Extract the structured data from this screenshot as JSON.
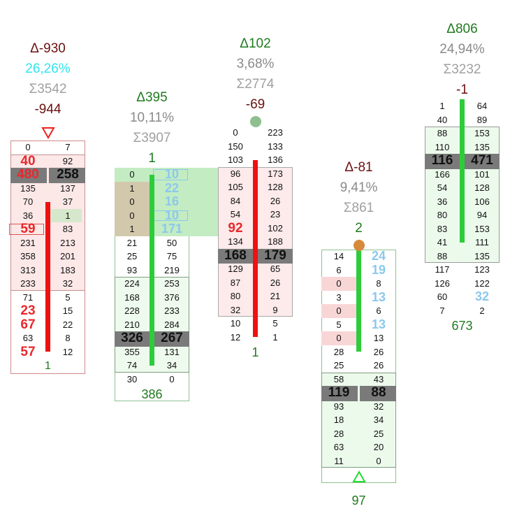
{
  "chart_data": {
    "type": "table",
    "title": "Footprint / cluster chart (bid x ask per price level)",
    "columns": [
      {
        "delta": "Δ-930",
        "percent": "26,26%",
        "sum": "Σ3542",
        "delta_change": "-944",
        "footer": "1",
        "marker": "triangle-down-red",
        "rows": [
          [
            "0",
            "7"
          ],
          [
            "40",
            "92"
          ],
          [
            "480",
            "258"
          ],
          [
            "135",
            "137"
          ],
          [
            "70",
            "37"
          ],
          [
            "36",
            "1"
          ],
          [
            "59",
            "83"
          ],
          [
            "231",
            "213"
          ],
          [
            "358",
            "201"
          ],
          [
            "313",
            "183"
          ],
          [
            "233",
            "32"
          ],
          [
            "71",
            "5"
          ],
          [
            "23",
            "15"
          ],
          [
            "67",
            "22"
          ],
          [
            "63",
            "8"
          ],
          [
            "57",
            "12"
          ]
        ],
        "poc_row": 2,
        "bold_red_bid_rows": [
          1,
          2,
          6,
          12,
          13,
          15
        ],
        "bar": {
          "color": "red",
          "from_row": 4.5,
          "to_row": 15.5
        }
      },
      {
        "delta": "Δ395",
        "percent": "10,11%",
        "sum": "Σ3907",
        "delta_change": "1",
        "footer": "386",
        "marker": "",
        "rows": [
          [
            "0",
            "10"
          ],
          [
            "1",
            "22"
          ],
          [
            "0",
            "16"
          ],
          [
            "0",
            "10"
          ],
          [
            "1",
            "171"
          ],
          [
            "21",
            "50"
          ],
          [
            "25",
            "75"
          ],
          [
            "93",
            "219"
          ],
          [
            "224",
            "253"
          ],
          [
            "168",
            "376"
          ],
          [
            "228",
            "233"
          ],
          [
            "210",
            "284"
          ],
          [
            "326",
            "267"
          ],
          [
            "355",
            "131"
          ],
          [
            "74",
            "34"
          ],
          [
            "30",
            "0"
          ]
        ],
        "poc_row": 12,
        "bold_blue_ask_rows": [
          0,
          1,
          2,
          3,
          4
        ],
        "bar": {
          "color": "green",
          "from_row": 0.5,
          "to_row": 14.5
        }
      },
      {
        "delta": "Δ102",
        "percent": "3,68%",
        "sum": "Σ2774",
        "delta_change": "-69",
        "footer": "1",
        "marker": "circle-gray-green",
        "rows": [
          [
            "0",
            "223"
          ],
          [
            "150",
            "133"
          ],
          [
            "103",
            "136"
          ],
          [
            "96",
            "173"
          ],
          [
            "105",
            "128"
          ],
          [
            "84",
            "26"
          ],
          [
            "54",
            "23"
          ],
          [
            "92",
            "102"
          ],
          [
            "134",
            "188"
          ],
          [
            "168",
            "179"
          ],
          [
            "129",
            "65"
          ],
          [
            "87",
            "26"
          ],
          [
            "80",
            "21"
          ],
          [
            "32",
            "9"
          ],
          [
            "10",
            "5"
          ],
          [
            "12",
            "1"
          ]
        ],
        "poc_row": 9,
        "bold_red_bid_rows": [
          7
        ],
        "bar": {
          "color": "red",
          "from_row": 2.5,
          "to_row": 15.5
        }
      },
      {
        "delta": "Δ-81",
        "percent": "9,41%",
        "sum": "Σ861",
        "delta_change": "2",
        "footer": "97",
        "marker": "circle-orange",
        "rows": [
          [
            "14",
            "24"
          ],
          [
            "6",
            "19"
          ],
          [
            "0",
            "8"
          ],
          [
            "3",
            "13"
          ],
          [
            "0",
            "6"
          ],
          [
            "5",
            "13"
          ],
          [
            "0",
            "13"
          ],
          [
            "28",
            "26"
          ],
          [
            "25",
            "26"
          ],
          [
            "58",
            "43"
          ],
          [
            "119",
            "88"
          ],
          [
            "93",
            "32"
          ],
          [
            "18",
            "34"
          ],
          [
            "28",
            "25"
          ],
          [
            "63",
            "20"
          ],
          [
            "11",
            "0"
          ]
        ],
        "poc_row": 10,
        "bold_blue_ask_rows": [
          0,
          1,
          3,
          5
        ],
        "bar": {
          "color": "green",
          "from_row": 0,
          "to_row": 7.5
        },
        "bottom_marker": "triangle-up-green"
      },
      {
        "delta": "Δ806",
        "percent": "24,94%",
        "sum": "Σ3232",
        "delta_change": "-1",
        "footer": "673",
        "marker": "",
        "rows": [
          [
            "1",
            "64"
          ],
          [
            "40",
            "89"
          ],
          [
            "88",
            "153"
          ],
          [
            "110",
            "135"
          ],
          [
            "116",
            "471"
          ],
          [
            "166",
            "101"
          ],
          [
            "54",
            "128"
          ],
          [
            "36",
            "106"
          ],
          [
            "80",
            "94"
          ],
          [
            "83",
            "153"
          ],
          [
            "41",
            "111"
          ],
          [
            "88",
            "135"
          ],
          [
            "117",
            "123"
          ],
          [
            "126",
            "122"
          ],
          [
            "60",
            "32"
          ],
          [
            "7",
            "2"
          ]
        ],
        "poc_row": 4,
        "bold_blue_ask_rows": [
          14
        ],
        "bar": {
          "color": "green",
          "from_row": 0,
          "to_row": 10.5
        }
      }
    ]
  },
  "colors": {
    "red_bar": "#ee1111",
    "green_bar": "#2ecc3a",
    "poc": "#7a7a7a",
    "bold_red": "#e8282c",
    "bold_blue": "#8cc8ec"
  }
}
